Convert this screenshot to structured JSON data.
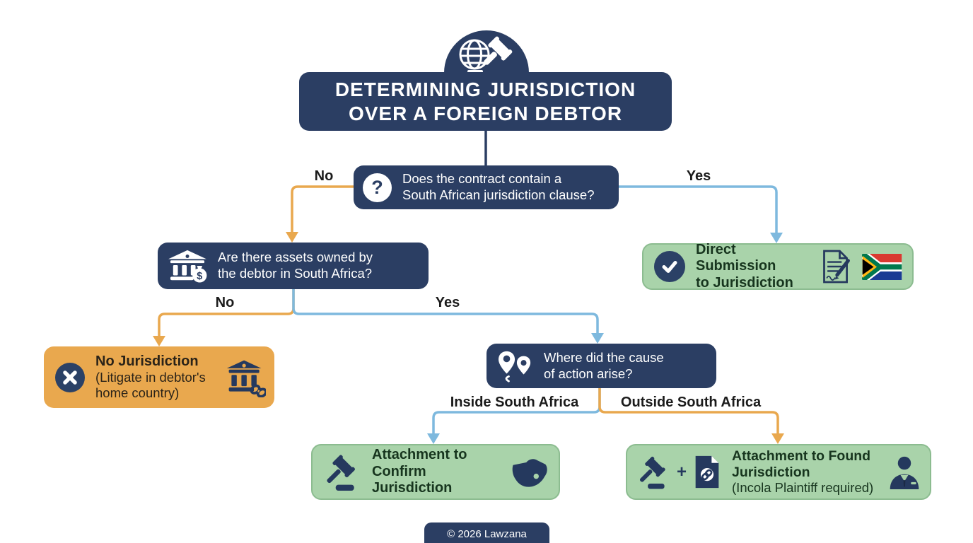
{
  "palette": {
    "navy": "#2b3e63",
    "orange": "#e9a84e",
    "blue_line": "#7eb9de",
    "green": "#a9d3aa",
    "green_text": "#17351e",
    "flag_red": "#d93a31",
    "flag_blue": "#1a3b94",
    "flag_green": "#00794e",
    "flag_gold": "#ffb612"
  },
  "header": {
    "title_line1": "DETERMINING JURISDICTION",
    "title_line2": "OVER A FOREIGN DEBTOR",
    "icon": "globe-gavel-icon"
  },
  "nodes": {
    "q_contract": {
      "icon": "question-mark-icon",
      "line1": "Does the contract contain a",
      "line2": "South African jurisdiction clause?"
    },
    "q_assets": {
      "icon": "bank-money-icon",
      "line1": "Are there assets owned by",
      "line2": "the debtor in South Africa?"
    },
    "q_cause": {
      "icon": "location-pins-icon",
      "line1": "Where did the cause",
      "line2": "of action arise?"
    },
    "direct_submission": {
      "icon_left": "check-icon",
      "line1": "Direct Submission",
      "line2": "to Jurisdiction",
      "icon_right1": "document-pen-icon",
      "icon_right2": "south-africa-flag-icon"
    },
    "no_jurisdiction": {
      "icon_left": "x-icon",
      "title": "No Jurisdiction",
      "sub1": "(Litigate in debtor's",
      "sub2": "home country)",
      "icon_right": "bank-broken-chain-icon"
    },
    "attach_confirm": {
      "icon_left": "gavel-icon",
      "line1": "Attachment to",
      "line2": "Confirm Jurisdiction",
      "icon_right": "south-africa-map-icon"
    },
    "attach_found": {
      "icon_left1": "gavel-icon",
      "plus": "+",
      "icon_left2": "document-link-icon",
      "title1": "Attachment to Found",
      "title2": "Jurisdiction",
      "sub": "(Incola Plaintiff required)",
      "icon_right": "person-icon"
    }
  },
  "labels": {
    "no1": "No",
    "yes1": "Yes",
    "no2": "No",
    "yes2": "Yes",
    "inside": "Inside South Africa",
    "outside": "Outside South Africa"
  },
  "footer": {
    "text": "© 2026 Lawzana"
  }
}
